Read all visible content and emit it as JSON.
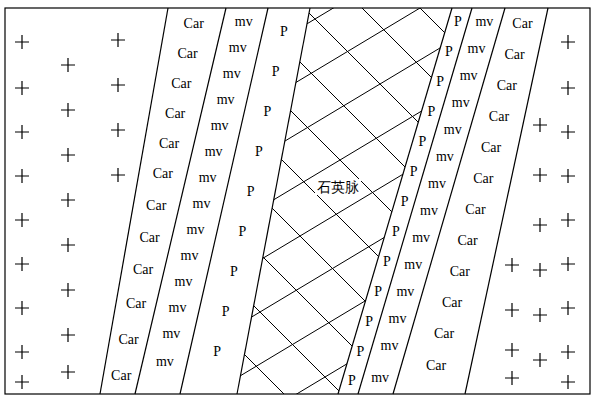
{
  "diagram": {
    "labels": [
      "Car",
      "Car",
      "Car",
      "Car",
      "Car",
      "Car",
      "Car",
      "Car",
      "Car",
      "Car",
      "Car",
      "Car",
      "mv",
      "mv",
      "mv",
      "mv",
      "mv",
      "mv",
      "mv",
      "mv",
      "mv",
      "mv",
      "mv",
      "mv",
      "mv",
      "mv",
      "P",
      "P",
      "P",
      "P",
      "P",
      "P",
      "P",
      "P",
      "P",
      "石英脉",
      "P",
      "P",
      "P",
      "P",
      "P",
      "P",
      "P",
      "P",
      "P",
      "P",
      "P",
      "P",
      "P",
      "mv",
      "mv",
      "mv",
      "mv",
      "mv",
      "mv",
      "mv",
      "mv",
      "mv",
      "mv",
      "mv",
      "mv",
      "mv",
      "mv",
      "Car",
      "Car",
      "Car",
      "Car",
      "Car",
      "Car",
      "Car",
      "Car",
      "Car",
      "Car",
      "Car",
      "Car"
    ]
  }
}
